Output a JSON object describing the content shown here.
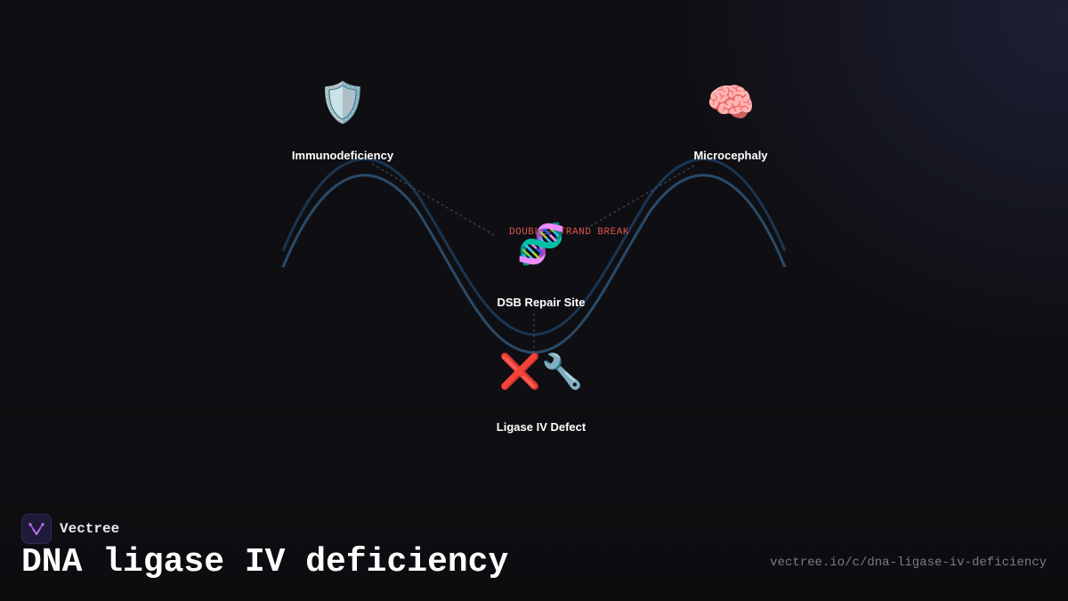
{
  "brand": {
    "name": "Vectree",
    "logo_icon": "vectree-logo-icon"
  },
  "title": "DNA ligase IV deficiency",
  "url": "vectree.io/c/dna-ligase-iv-deficiency",
  "annotation": "DOUBLE-STRAND BREAK",
  "nodes": {
    "immunodeficiency": {
      "label": "Immunodeficiency",
      "icon": "shield-icon",
      "glyph": "🛡️"
    },
    "microcephaly": {
      "label": "Microcephaly",
      "icon": "brain-icon",
      "glyph": "🧠"
    },
    "dsb_repair": {
      "label": "DSB Repair Site",
      "icon": "dna-icon",
      "glyph": "🧬"
    },
    "ligase_defect": {
      "label": "Ligase IV Defect",
      "icon": "broken-tool-icon",
      "glyph": "❌🔧"
    }
  },
  "colors": {
    "background": "#0f0f13",
    "wave_front": "#2a4a6a",
    "wave_back": "#1b3552",
    "annotation": "#e0564a",
    "connector": "#4a4f5a",
    "brand_logo_bg": "#1e1a38",
    "brand_logo_mark": "#a44ae0"
  }
}
